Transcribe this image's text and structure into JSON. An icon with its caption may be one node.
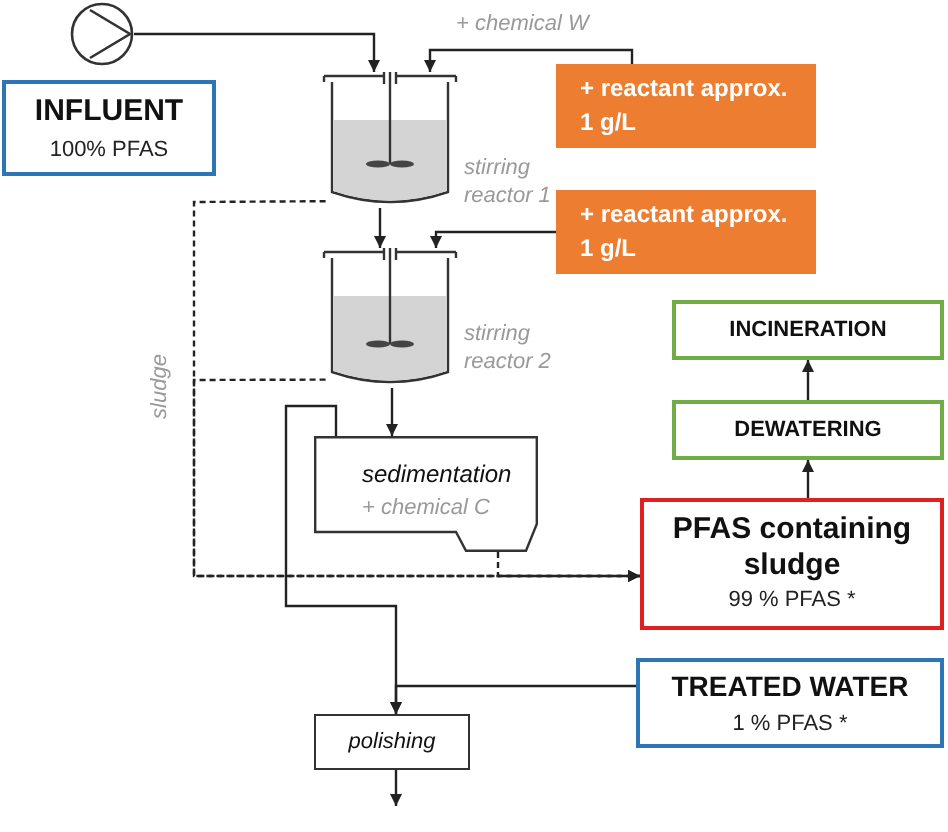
{
  "diagram": {
    "nodes": [
      {
        "text": [],
        "shape": "pump"
      },
      {
        "text": [
          "INFLUENT",
          "100% PFAS"
        ]
      },
      {
        "text": [],
        "shape": "tank",
        "beside": [
          "stirring reactor 1"
        ]
      },
      {
        "text": [
          "+ reactant approx. 1 g/L"
        ]
      },
      {
        "text": [],
        "shape": "tank",
        "beside": [
          "stirring reactor 2"
        ]
      },
      {
        "text": [
          "+ reactant approx. 1 g/L"
        ]
      },
      {
        "text": [
          "INCINERATION"
        ]
      },
      {
        "text": [
          "DEWATERING"
        ]
      },
      {
        "text": [
          "sedimentation",
          "+ chemical C"
        ]
      },
      {
        "text": [
          "PFAS containing sludge",
          "99 % PFAS *"
        ]
      },
      {
        "text": [
          "TREATED WATER",
          "1 % PFAS *"
        ]
      },
      {
        "text": [
          "polishing"
        ]
      }
    ],
    "edges": [
      {
        "from": 0,
        "to": 2,
        "arrow": "to"
      },
      {
        "from": 3,
        "to": 2,
        "arrow": "to",
        "label": "+ chemical W"
      },
      {
        "from": 2,
        "to": 4,
        "arrow": "to"
      },
      {
        "from": 5,
        "to": 4,
        "arrow": "to"
      },
      {
        "from": 4,
        "to": 8,
        "arrow": "to"
      },
      {
        "from": 2,
        "to": 9,
        "arrow": "to",
        "style": "dashed"
      },
      {
        "from": 4,
        "to": 9,
        "arrow": "to",
        "style": "dashed"
      },
      {
        "from": 8,
        "to": 9,
        "arrow": "to",
        "style": "dashed"
      },
      {
        "from": 8,
        "to": 11,
        "arrow": "to"
      },
      {
        "from": 10,
        "to": 11,
        "arrow": "to"
      },
      {
        "from": 9,
        "to": 7,
        "arrow": "to"
      },
      {
        "from": 7,
        "to": 6,
        "arrow": "to"
      },
      {
        "from": 11,
        "to": null,
        "arrow": "to"
      }
    ],
    "labels": [
      "sludge"
    ]
  }
}
